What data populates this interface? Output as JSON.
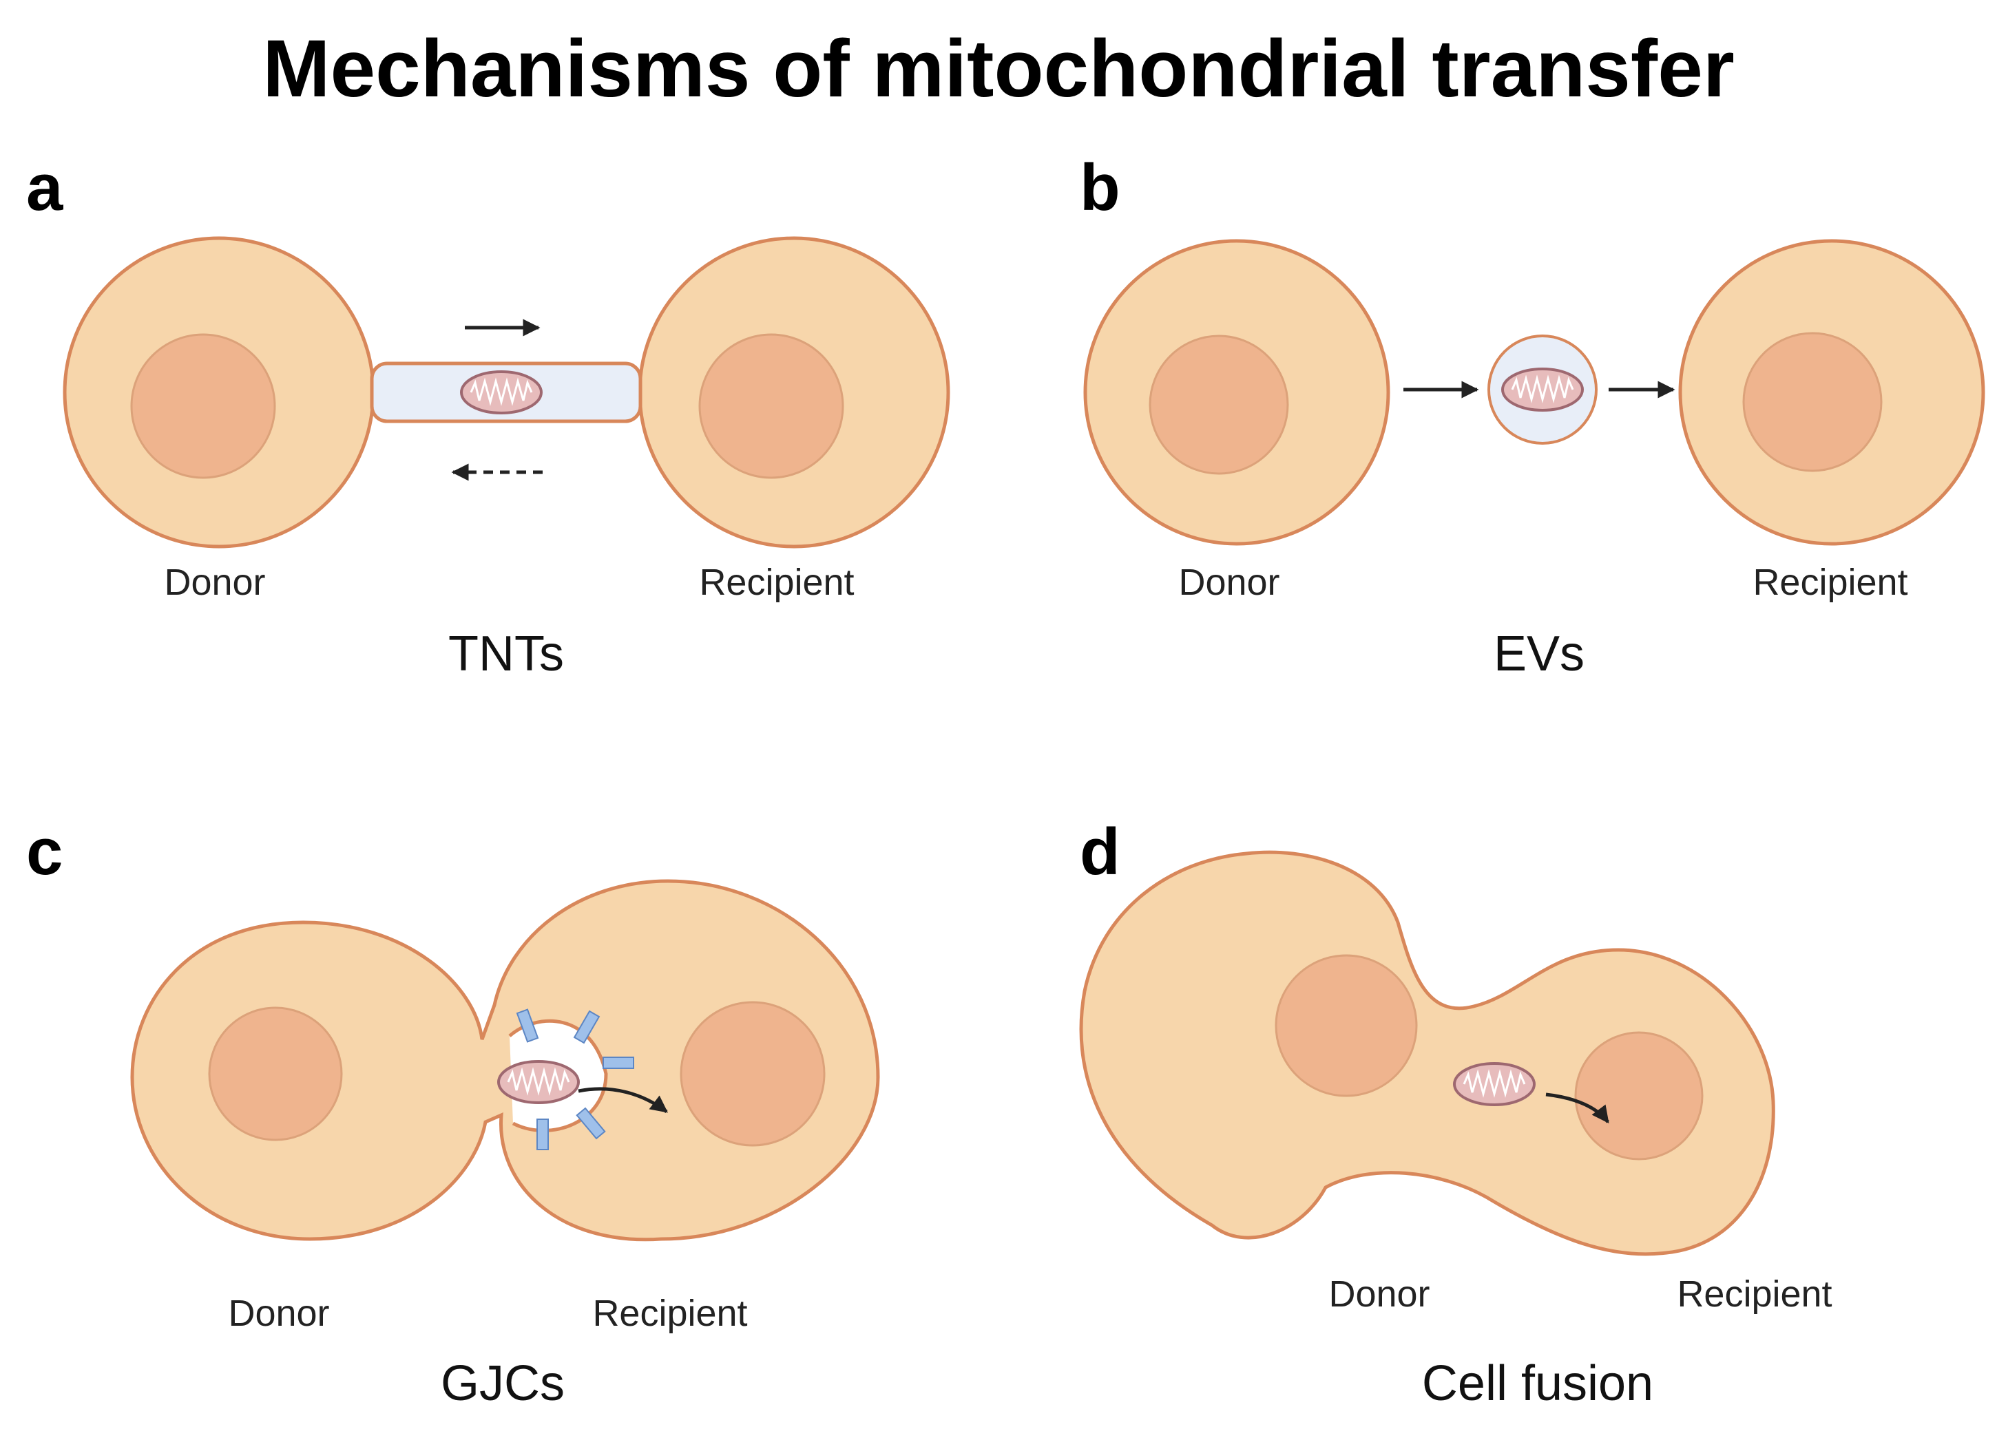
{
  "title": "Mechanisms of mitochondrial transfer",
  "panels": {
    "a": {
      "letter": "a",
      "donor": "Donor",
      "recipient": "Recipient",
      "mechanism": "TNTs"
    },
    "b": {
      "letter": "b",
      "donor": "Donor",
      "recipient": "Recipient",
      "mechanism": "EVs"
    },
    "c": {
      "letter": "c",
      "donor": "Donor",
      "recipient": "Recipient",
      "mechanism": "GJCs"
    },
    "d": {
      "letter": "d",
      "donor": "Donor",
      "recipient": "Recipient",
      "mechanism": "Cell fusion"
    }
  },
  "colors": {
    "cell_fill": "#f7d6ab",
    "cell_outline": "#d8875a",
    "nucleus": "#efb48e",
    "mitochondrion": "#e7bcbc",
    "vesicle_fill": "#e8eef8",
    "channel": "#9fc0ea"
  }
}
